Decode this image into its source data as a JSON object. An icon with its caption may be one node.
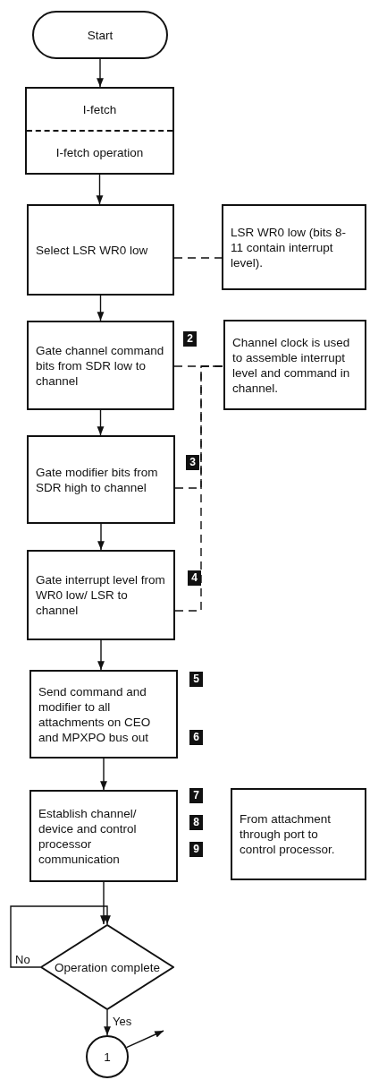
{
  "diagram": {
    "nodes": [
      {
        "text": [
          "Start"
        ]
      },
      {
        "text": [
          "I-fetch",
          "I-fetch operation"
        ]
      },
      {
        "text": [
          "Select LSR WR0 low"
        ]
      },
      {
        "text": [
          "LSR WR0 low (bits 8-11 contain interrupt level)."
        ]
      },
      {
        "text": [
          "Gate channel command bits from SDR low to channel"
        ]
      },
      {
        "text": [
          "Channel clock is used to assemble interrupt level and command in channel."
        ]
      },
      {
        "text": [
          "Gate modifier bits from SDR high to channel"
        ]
      },
      {
        "text": [
          "Gate interrupt level from WR0 low/ LSR to channel"
        ]
      },
      {
        "text": [
          "Send command and modifier to all attachments on CEO and MPXPO bus out"
        ]
      },
      {
        "text": [
          "Establish channel/ device and control processor communication"
        ]
      },
      {
        "text": [
          "From attachment through port to control processor."
        ]
      },
      {
        "text": [
          "Operation complete"
        ]
      },
      {
        "text": [
          "1"
        ]
      }
    ],
    "edges": [
      {
        "from": 0,
        "to": 1,
        "arrow": "to"
      },
      {
        "from": 1,
        "to": 2,
        "arrow": "to"
      },
      {
        "from": 2,
        "to": 4,
        "arrow": "to"
      },
      {
        "from": 2,
        "to": 3,
        "arrow": "none",
        "style": "dashed"
      },
      {
        "from": 4,
        "to": 6,
        "arrow": "to"
      },
      {
        "from": 4,
        "to": 5,
        "arrow": "none",
        "style": "dashed"
      },
      {
        "from": 6,
        "to": 5,
        "arrow": "none",
        "style": "dashed"
      },
      {
        "from": 7,
        "to": 5,
        "arrow": "none",
        "style": "dashed"
      },
      {
        "from": 6,
        "to": 7,
        "arrow": "to"
      },
      {
        "from": 7,
        "to": 8,
        "arrow": "to"
      },
      {
        "from": 8,
        "to": 9,
        "arrow": "to"
      },
      {
        "from": 9,
        "to": 11,
        "arrow": "to"
      },
      {
        "from": 11,
        "to": 11,
        "arrow": "to",
        "label": "No"
      },
      {
        "from": 11,
        "to": 12,
        "arrow": "to",
        "label": "Yes"
      },
      {
        "from": 12,
        "to": null,
        "arrow": "to"
      }
    ],
    "labels": [
      "2",
      "3",
      "4",
      "5",
      "6",
      "7",
      "8",
      "9"
    ]
  }
}
